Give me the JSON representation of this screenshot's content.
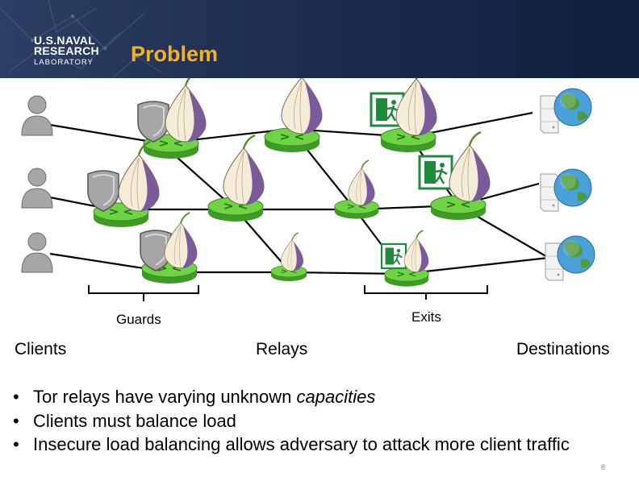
{
  "header": {
    "logo_line1": "U.S.NAVAL",
    "logo_line2": "RESEARCH",
    "logo_line3": "LABORATORY",
    "title": "Problem"
  },
  "labels": {
    "guards": "Guards",
    "exits": "Exits",
    "clients": "Clients",
    "relays": "Relays",
    "destinations": "Destinations"
  },
  "bullets": [
    {
      "text": "Tor relays have varying unknown ",
      "emphasis": "capacities"
    },
    {
      "text": "Clients must balance load",
      "emphasis": ""
    },
    {
      "text": "Insecure load balancing allows adversary to attack more client traffic",
      "emphasis": ""
    }
  ],
  "page_number": "8",
  "colors": {
    "banner": "#1c2d4f",
    "title": "#f0b323",
    "relay_green": "#5cc23a",
    "onion_purple": "#7a5a9a",
    "exit_green": "#1e8a3c"
  },
  "icons": {
    "client": "person-icon",
    "guard": "shield-icon",
    "relay": "onion-router-icon",
    "exit": "exit-sign-icon",
    "destination": "server-globe-icon"
  }
}
